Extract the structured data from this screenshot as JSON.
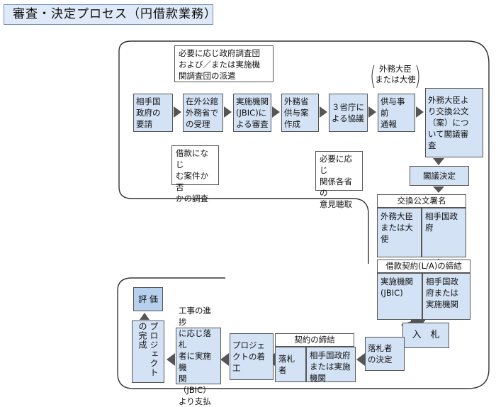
{
  "title": "審査・決定プロセス（円借款業務）",
  "colors": {
    "fill": "#d3e2f5",
    "border": "#555555",
    "title_fill": "#dfe9f7"
  },
  "flow_row1": [
    "相手国\n政府の\n要請",
    "在外公館\n外務省で\nの受理",
    "実施機関\n(JBIC)に\nよる審査",
    "外務省\n供与案\n作成",
    "３省庁に\nよる協議",
    "供与事前\n通報",
    "外務大臣よ\nり交換公文\n（案）につ\nいて閣議審\n査"
  ],
  "notes": {
    "dispatch": "必要に応じ政府調査団\nおよび／または実施機\n関調査団の派遣",
    "loan_check": "借款になじ\nむ案件か否\nかの調査",
    "consult": "必要に応じ\n関係各省の\n意見聴取",
    "minister": "外務大臣\nまたは大使"
  },
  "cabinet_decision": "閣議決定",
  "exchange": {
    "header": "交換公文署名",
    "left": "外務大臣\nまたは大\n使",
    "right": "相手国政\n府"
  },
  "loan": {
    "header": "借款契約(L/A)の締結",
    "left": "実施機関\n(JBIC)",
    "right": "相手国政\n府または\n実施機関"
  },
  "bidding": "入　札",
  "winner": "落札者\nの決定",
  "contract": {
    "header": "契約の締結",
    "left": "落札者",
    "right": "相手国政府\nまたは実施\n機関"
  },
  "construction": "プロジェクトの着\n工",
  "payment": "工事の進捗\nに応じ落札\n者に実施機\n関（JBIC）\nより支払",
  "completion": "プロジェクト\nの完成",
  "evaluation": "評 価"
}
